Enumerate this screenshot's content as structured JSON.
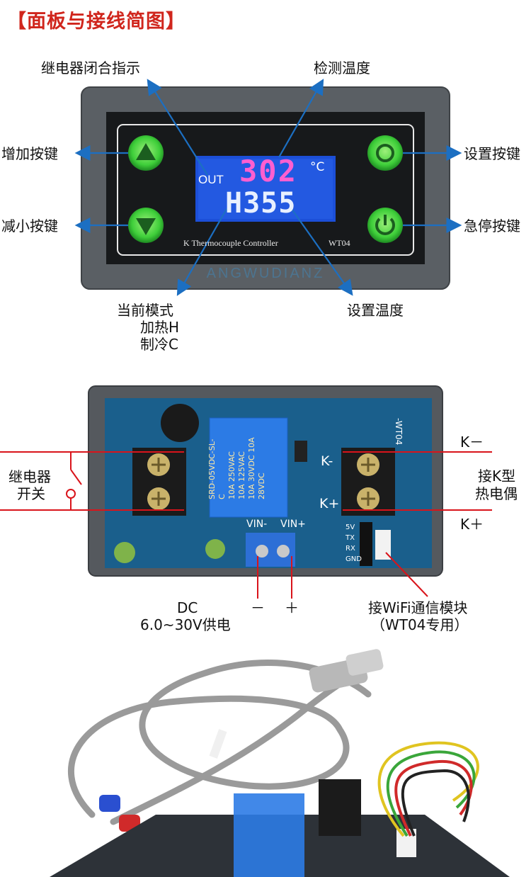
{
  "title": "【面板与接线简图】",
  "panel": {
    "callouts": {
      "relay_indicator": "继电器闭合指示",
      "detect_temp": "检测温度",
      "up_key": "增加按键",
      "down_key": "减小按键",
      "set_key": "设置按键",
      "estop_key": "急停按键",
      "mode": [
        "当前模式",
        "加热H",
        "制冷C"
      ],
      "set_temp": "设置温度"
    },
    "display": {
      "out": "OUT",
      "temp": "302",
      "unit": "°C",
      "setpoint": "H355"
    },
    "model_text": "K Thermocouple Controller",
    "model_code": "WT04",
    "watermark": "ANGWUDIANZ"
  },
  "board": {
    "callouts": {
      "relay_switch": [
        "继电器",
        "开关"
      ],
      "k_minus": "K－",
      "k_plus": "K＋",
      "thermocouple": [
        "接K型",
        "热电偶"
      ],
      "dc": [
        "DC",
        "6.0~30V供电"
      ],
      "minus": "－",
      "plus": "＋",
      "wifi": [
        "接WiFi通信模块",
        "（WT04专用）"
      ]
    },
    "relay_text": [
      "SRD-05VDC-SL-C",
      "10A 250VAC 10A 125VAC",
      "10A 30VDC 10A 28VDC"
    ],
    "silk": {
      "k_minus": "K-",
      "k_plus": "K+",
      "vin_minus": "VIN-",
      "vin_plus": "VIN+",
      "pins": [
        "5V",
        "TX",
        "RX",
        "GND"
      ],
      "board_code": "-WT04"
    }
  },
  "colors": {
    "title_red": "#d0261d",
    "arrow_blue": "#1c6fc2",
    "wire_red": "#d9141b",
    "pcb_blue": "#1e6a9a",
    "lcd_blue": "#1c4fd8"
  }
}
